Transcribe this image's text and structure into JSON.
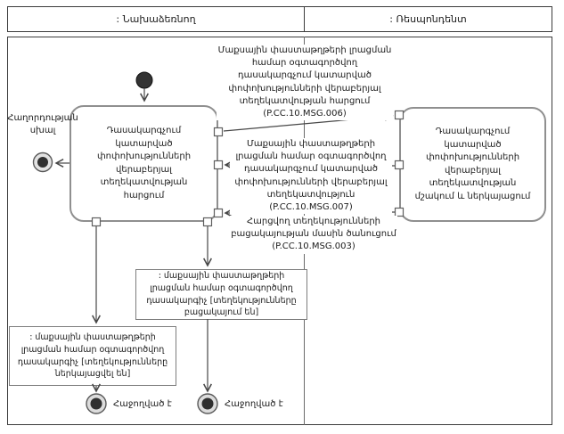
{
  "lanes": {
    "initiator": ": Նախաձեռնող",
    "respondent": ": Ռեսպոնդենտ"
  },
  "activities": {
    "request": "Դասակարգչում կատարված փոփոխությունների վերաբերյալ տեղեկատվության հարցում",
    "process": "Դասակարգչում կատարված փոփոխությունների վերաբերյալ տեղեկատվության մշակում և ներկայացում"
  },
  "messages": {
    "request_info": "Մաքսային փաստաթղթերի լրացման համար օգտագործվող դասակարգչում կատարված փոփոխությունների վերաբերյալ տեղեկատվության հարցում (P.CC.10.MSG.006)",
    "response_info": "Մաքսային փաստաթղթերի լրացման համար օգտագործվող դասակարգչում կատարված փոփոխությունների վերաբերյալ տեղեկատվություն (P.CC.10.MSG.007)",
    "absence_notice": "Հարցվող տեղեկությունների բացակայության մասին ծանուցում (P.CC.10.MSG.003)"
  },
  "objects": {
    "classifier_absent": ": մաքսային փաստաթղթերի լրացման համար օգտագործվող դասակարգիչ [տեղեկությունները բացակայում են]",
    "classifier_presented": ": մաքսային փաստաթղթերի լրացման համար օգտագործվող դասակարգիչ [տեղեկությունները ներկայացվել են]"
  },
  "terminals": {
    "error": "Հաղորդության սխալ",
    "success_left": "Հաջողված է",
    "success_right": "Հաջողված է"
  },
  "colors": {
    "line": "#474747",
    "box_border": "#8f8f8f",
    "node_fill": "#2f2f2f",
    "frame_border": "#3c3c3c"
  }
}
